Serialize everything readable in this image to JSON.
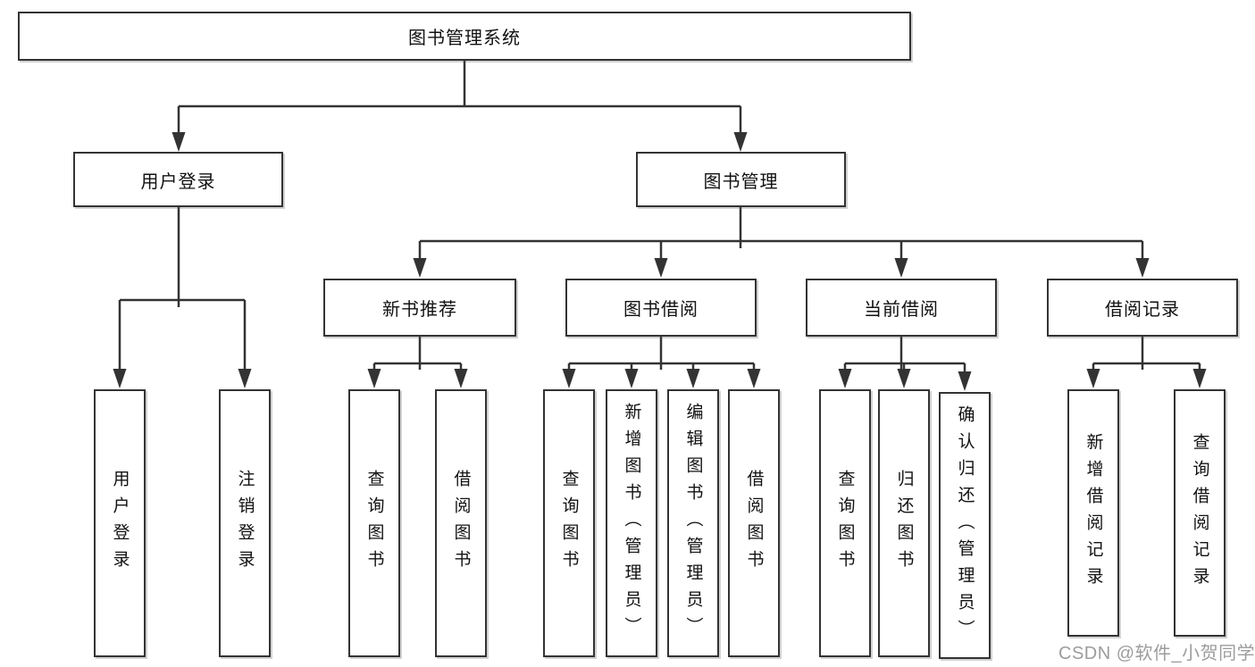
{
  "diagram": {
    "root": {
      "label": "图书管理系统"
    },
    "level2": [
      {
        "label": "用户登录"
      },
      {
        "label": "图书管理"
      }
    ],
    "level3": [
      {
        "label": "新书推荐"
      },
      {
        "label": "图书借阅"
      },
      {
        "label": "当前借阅"
      },
      {
        "label": "借阅记录"
      }
    ],
    "leaves": [
      {
        "label": "用户登录"
      },
      {
        "label": "注销登录"
      },
      {
        "label": "查询图书"
      },
      {
        "label": "借阅图书"
      },
      {
        "label": "查询图书"
      },
      {
        "label": "新增图书（管理员）"
      },
      {
        "label": "编辑图书（管理员）"
      },
      {
        "label": "借阅图书"
      },
      {
        "label": "查询图书"
      },
      {
        "label": "归还图书"
      },
      {
        "label": "确认归还（管理员）"
      },
      {
        "label": "新增借阅记录"
      },
      {
        "label": "查询借阅记录"
      }
    ]
  },
  "watermark": {
    "text": "CSDN @软件_小贺同学"
  },
  "colors": {
    "line": "#333333",
    "box_border": "#333333",
    "text": "#111111",
    "watermark": "#9c9c9c",
    "background": "#ffffff"
  }
}
